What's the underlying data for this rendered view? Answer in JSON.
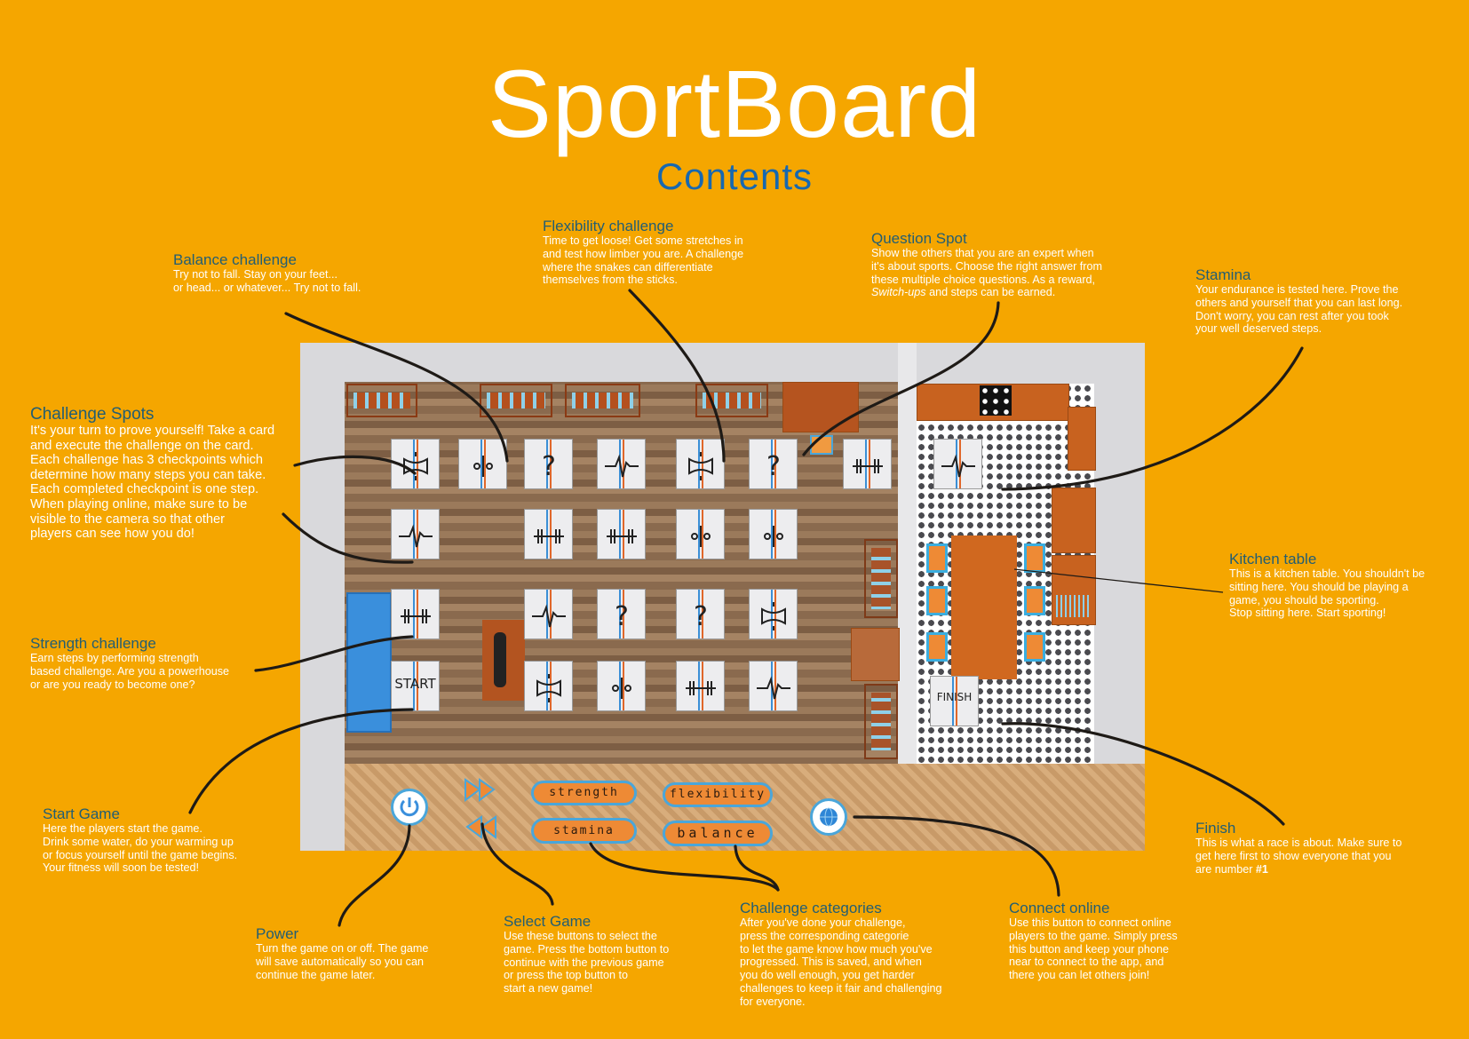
{
  "header": {
    "title": "SportBoard",
    "subtitle": "Contents"
  },
  "notes": {
    "balance": {
      "title": "Balance challenge",
      "body": "Try not to fall. Stay on your feet...\nor head... or whatever... Try not to fall."
    },
    "flexibility": {
      "title": "Flexibility challenge",
      "body": "Time to get loose! Get some stretches in\nand test how limber you are. A challenge\nwhere the snakes can differentiate\nthemselves from the sticks."
    },
    "question": {
      "title": "Question Spot",
      "body_1": "Show the others that you are an expert when\nit's about sports. Choose the right answer from\nthese multiple choice questions. As a reward,\n",
      "body_italic": "Switch-ups",
      "body_2": " and steps can be earned."
    },
    "stamina": {
      "title": "Stamina",
      "body": "Your endurance is tested here. Prove the\nothers and yourself that you can last long.\nDon't worry, you can rest after you took\nyour well deserved steps."
    },
    "challenge_spots": {
      "title": "Challenge Spots",
      "body": "It's your turn to prove yourself! Take a card\nand execute the challenge on the card.\nEach challenge has 3 checkpoints which\ndetermine how many steps you can take.\nEach completed checkpoint is one step.\nWhen playing online, make sure to be\nvisible to the camera so that other\nplayers can see how you do!"
    },
    "kitchen": {
      "title": "Kitchen table",
      "body": "This is a kitchen table. You shouldn't be\nsitting here. You should be playing a\ngame, you should be sporting.\nStop sitting here. Start sporting!"
    },
    "strength": {
      "title": "Strength challenge",
      "body": "Earn steps by performing strength\nbased challenge. Are you a powerhouse\nor are you ready to become one?"
    },
    "start": {
      "title": "Start Game",
      "body": "Here the players start the game.\nDrink some water, do your warming up\nor focus yourself until the game begins.\nYour fitness will soon be tested!"
    },
    "finish": {
      "title": "Finish",
      "body_1": "This is what a race is about. Make sure to\nget here first to show everyone that you\nare number ",
      "body_bold": "#1"
    },
    "power": {
      "title": "Power",
      "body": "Turn the game on or off. The game\nwill save automatically so you can\ncontinue the game later."
    },
    "select": {
      "title": "Select Game",
      "body": "Use these buttons to select the\ngame. Press the bottom button to\ncontinue with the previous game\nor press the top button to\nstart a new game!"
    },
    "categories": {
      "title": "Challenge categories",
      "body": "After you've done your challenge,\npress the corresponding categorie\nto let the game know how much you've\nprogressed. This is saved, and when\nyou do well enough, you get harder\nchallenges to keep it fair and challenging\nfor everyone."
    },
    "connect": {
      "title": "Connect online",
      "body": "Use this button to connect online\nplayers to the game. Simply press\nthis button and keep your phone\nnear to connect to the app, and\nthere you can let others join!"
    }
  },
  "board": {
    "tiles": [
      [
        "flexibility",
        "balance",
        "question",
        "stamina",
        "flexibility",
        "question",
        "strength"
      ],
      [
        "stamina",
        null,
        "strength",
        "strength",
        "balance",
        "balance",
        null
      ],
      [
        "strength",
        null,
        "stamina",
        "question",
        "question",
        "flexibility",
        null
      ],
      [
        "start",
        null,
        "flexibility",
        "balance",
        "strength",
        "stamina",
        null
      ]
    ],
    "start_label": "START",
    "finish_label": "FINISH",
    "kitchen_tile": "stamina",
    "buttons": {
      "strength": "strength",
      "stamina": "stamina",
      "flexibility": "flexibility",
      "balance": "balance"
    }
  },
  "colors": {
    "background": "#F5A600",
    "title": "#FFFFFF",
    "subtitle": "#1768B0",
    "heading": "#235E73",
    "button_blue": "#4AA6DA",
    "button_orange": "#EE8A35"
  }
}
